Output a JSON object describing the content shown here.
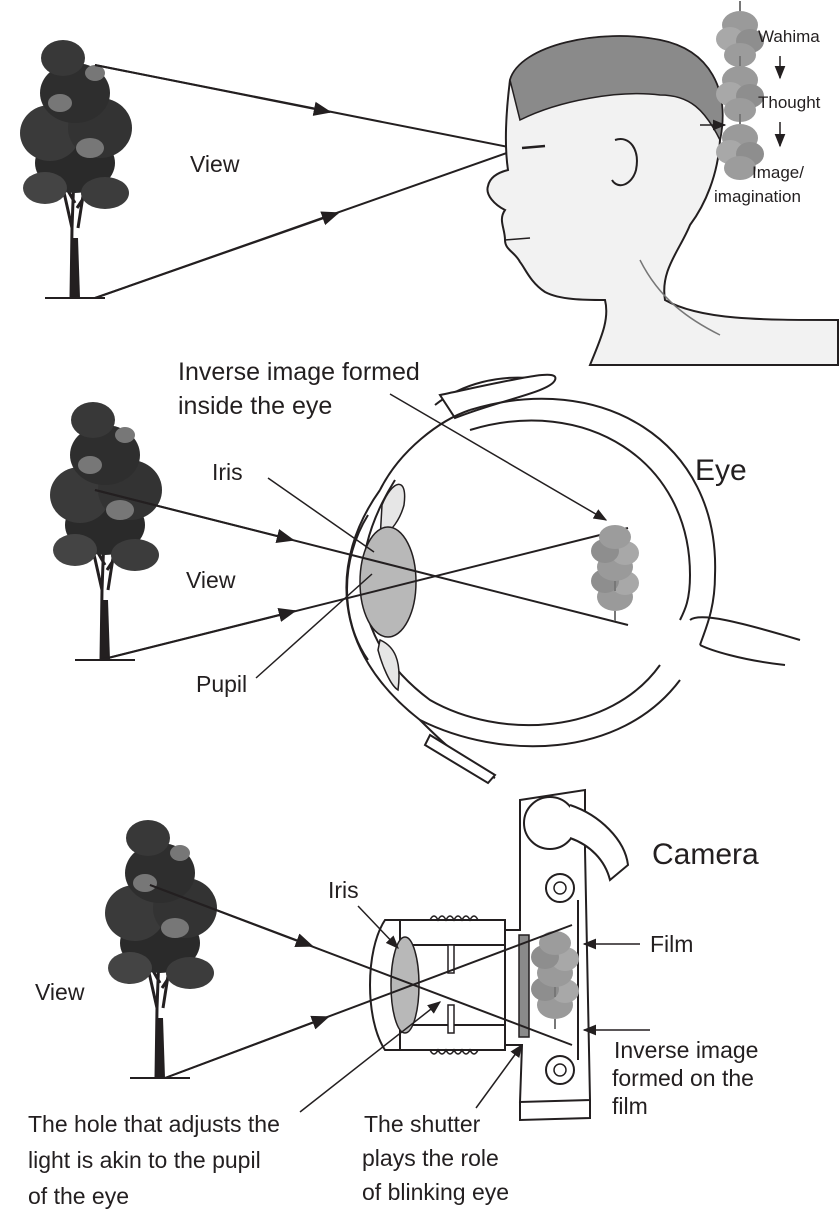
{
  "panel_top": {
    "view_label": "View",
    "chain": [
      "Wahima",
      "Thought",
      "Image/",
      "imagination"
    ]
  },
  "panel_eye": {
    "caption_line1": "Inverse image formed",
    "caption_line2": "inside the eye",
    "iris_label": "Iris",
    "view_label": "View",
    "pupil_label": "Pupil",
    "title": "Eye"
  },
  "panel_camera": {
    "title": "Camera",
    "iris_label": "Iris",
    "view_label": "View",
    "film_label": "Film",
    "inverse_line1": "Inverse image",
    "inverse_line2": "formed on the",
    "inverse_line3": "film",
    "hole_line1": "The hole that adjusts the",
    "hole_line2": "light is akin to the pupil",
    "hole_line3": "of the eye",
    "shutter_line1": "The shutter",
    "shutter_line2": "plays the role",
    "shutter_line3": "of blinking eye"
  },
  "colors": {
    "ink": "#231f20",
    "foliage": "#2a2a2a",
    "foliage_light": "#9a9a9a",
    "lens": "#b8b8b8",
    "skin": "#f2f2f2"
  }
}
